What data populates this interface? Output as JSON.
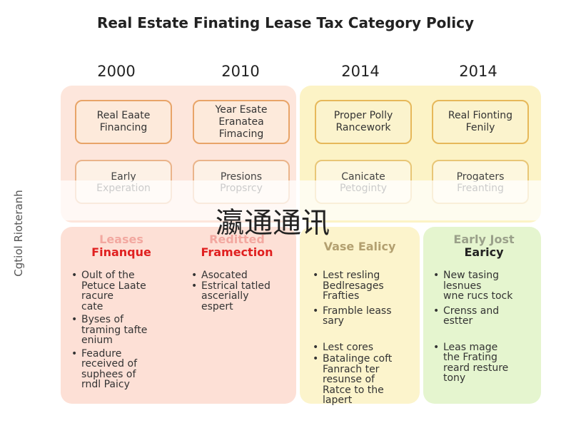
{
  "title": "Real Estate Finating Lease Tax Category Policy",
  "years": [
    "2000",
    "2010",
    "2014",
    "2014"
  ],
  "side_label": "Cgtiol Rioteranh",
  "watermark": "瀛通通讯",
  "top_boxes": [
    "Real Eaate\nFinancing",
    "Year Esate\nEranatea\nFimacing",
    "Proper Polly\nRancework",
    "Real Fionting\nFenily"
  ],
  "second_boxes": [
    "Early\nExperation",
    "Presions\nPropsrcy",
    "Canicate\nPetoginty",
    "Progaters\nFreanting"
  ],
  "columns": [
    {
      "head_top": "Leases",
      "head_bottom": "Finanque",
      "items": [
        "Oult of the\nPetuce Laate\nracure\ncate",
        "Byses of\ntraming tafte\nenium",
        "Feadure\nreceived of\nsuphees of\nrndl Paicy"
      ]
    },
    {
      "head_top": "Reditted",
      "head_bottom": "Framection",
      "items": [
        "Asocated",
        "Estrical tatled\nascerially\nespert"
      ]
    },
    {
      "head_top": "Vase Ealicy",
      "head_bottom": "",
      "items": [
        "Lest resling\nBedlresages\nFrafties",
        "Framble leass\nsary",
        "Lest cores",
        "Batalinge coft\nFanrach ter\nresunse of\nRatce to the\nlapert"
      ]
    },
    {
      "head_top": "Early Jost",
      "head_bottom": "Earicy",
      "items": [
        "New tasing\nlesnues\nwne rucs tock",
        "Crenss and\nestter",
        "Leas mage\nthe Frating\nreard resture\ntony"
      ]
    }
  ],
  "colors": {
    "pink_panel": "#fde6dc",
    "yellow_panel": "#fcf3c6",
    "green_panel": "#e5f5cf",
    "red_head": "#e02020",
    "pale_red_head": "#f2a8a0",
    "yellow_head": "#b3a070",
    "green_head": "#9aa08a"
  }
}
